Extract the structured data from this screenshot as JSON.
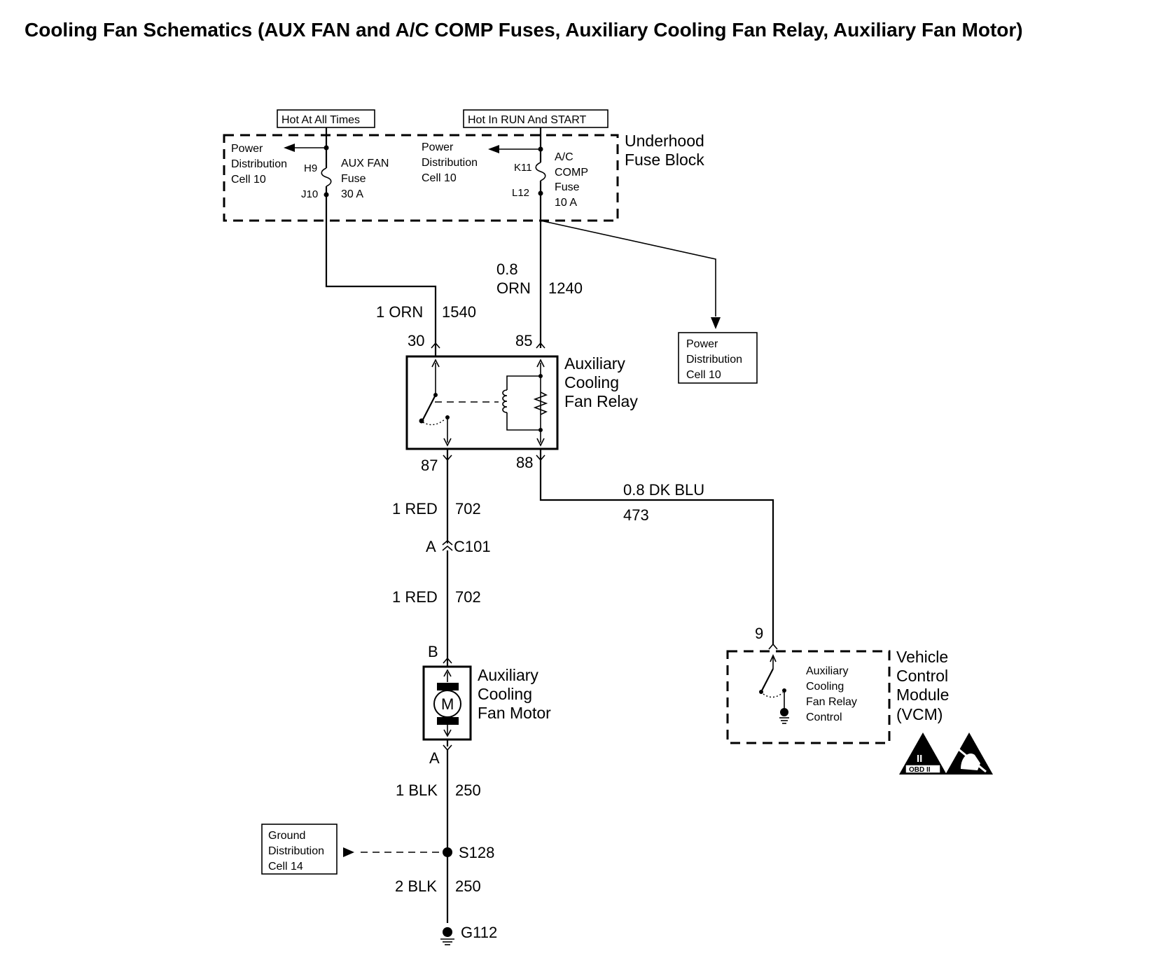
{
  "title": "Cooling Fan Schematics (AUX FAN and A/C COMP Fuses, Auxiliary Cooling Fan Relay, Auxiliary Fan Motor)",
  "supply_labels": {
    "hot_at_all_times": "Hot At All Times",
    "hot_in_run_start": "Hot In RUN And START"
  },
  "fuse_block": {
    "name_line1": "Underhood",
    "name_line2": "Fuse Block",
    "left_ref": [
      "Power",
      "Distribution",
      "Cell 10"
    ],
    "right_ref": [
      "Power",
      "Distribution",
      "Cell 10"
    ],
    "aux_fan_fuse": {
      "pin_in": "H9",
      "pin_out": "J10",
      "name1": "AUX FAN",
      "name2": "Fuse",
      "rating": "30 A"
    },
    "ac_comp_fuse": {
      "pin_in": "K11",
      "pin_out": "L12",
      "name1": "A/C",
      "name2": "COMP",
      "name3": "Fuse",
      "rating": "10 A"
    }
  },
  "power_dist_box": [
    "Power",
    "Distribution",
    "Cell 10"
  ],
  "wires": {
    "w1540": {
      "gauge_color": "1 ORN",
      "circuit": "1540"
    },
    "w1240": {
      "gauge": "0.8",
      "color": "ORN",
      "circuit": "1240"
    },
    "w473": {
      "gauge_color": "0.8 DK BLU",
      "circuit": "473"
    },
    "w702a": {
      "gauge_color": "1 RED",
      "circuit": "702"
    },
    "w702b": {
      "gauge_color": "1 RED",
      "circuit": "702"
    },
    "w250a": {
      "gauge_color": "1 BLK",
      "circuit": "250"
    },
    "w250b": {
      "gauge_color": "2 BLK",
      "circuit": "250"
    }
  },
  "relay": {
    "name": [
      "Auxiliary",
      "Cooling",
      "Fan Relay"
    ],
    "pins": {
      "p30": "30",
      "p85": "85",
      "p87": "87",
      "p88": "88"
    }
  },
  "connector": {
    "pin_a": "A",
    "name": "C101"
  },
  "motor": {
    "pin_b": "B",
    "pin_a": "A",
    "symbol": "M",
    "name": [
      "Auxiliary",
      "Cooling",
      "Fan Motor"
    ]
  },
  "vcm": {
    "pin": "9",
    "inner": [
      "Auxiliary",
      "Cooling",
      "Fan Relay",
      "Control"
    ],
    "name": [
      "Vehicle",
      "Control",
      "Module",
      "(VCM)"
    ],
    "obd_numeral": "II",
    "obd_text": "OBD II"
  },
  "splice": "S128",
  "ground_ref": [
    "Ground",
    "Distribution",
    "Cell 14"
  ],
  "ground": "G112"
}
